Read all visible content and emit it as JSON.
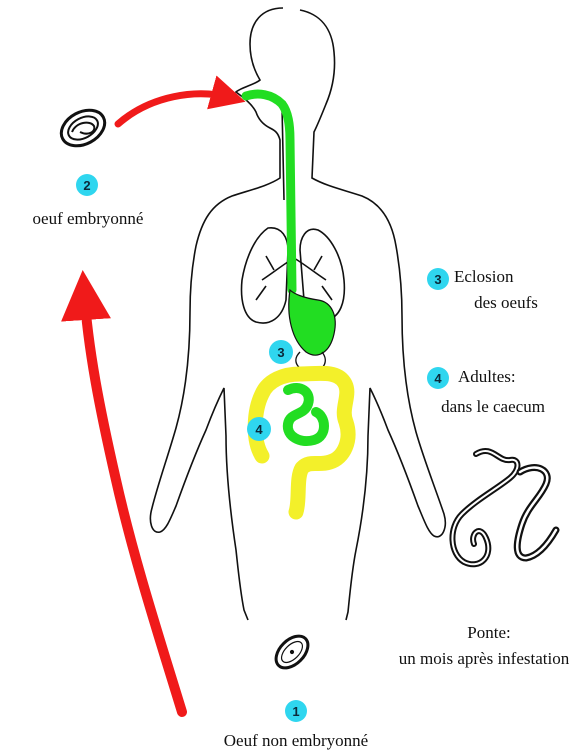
{
  "colors": {
    "arrow": "#f01a1a",
    "digestive_tract": "#22dd22",
    "intestine": "#f3f02a",
    "badge": "#2fd6ef",
    "outline": "#111111"
  },
  "icons": [
    "embryonated-egg-icon",
    "non-embryonated-egg-icon",
    "adult-worm-icon",
    "human-body-silhouette"
  ],
  "steps": [
    {
      "number": "1",
      "label": "Oeuf non embryonné"
    },
    {
      "number": "2",
      "label": "oeuf embryonné"
    },
    {
      "number": "3",
      "label_line1": "Eclosion",
      "label_line2": "des oeufs"
    },
    {
      "number": "4",
      "label_line1": "Adultes:",
      "label_line2": "dans le caecum"
    }
  ],
  "ponte": {
    "line1": "Ponte:",
    "line2": "un mois après infestation"
  }
}
